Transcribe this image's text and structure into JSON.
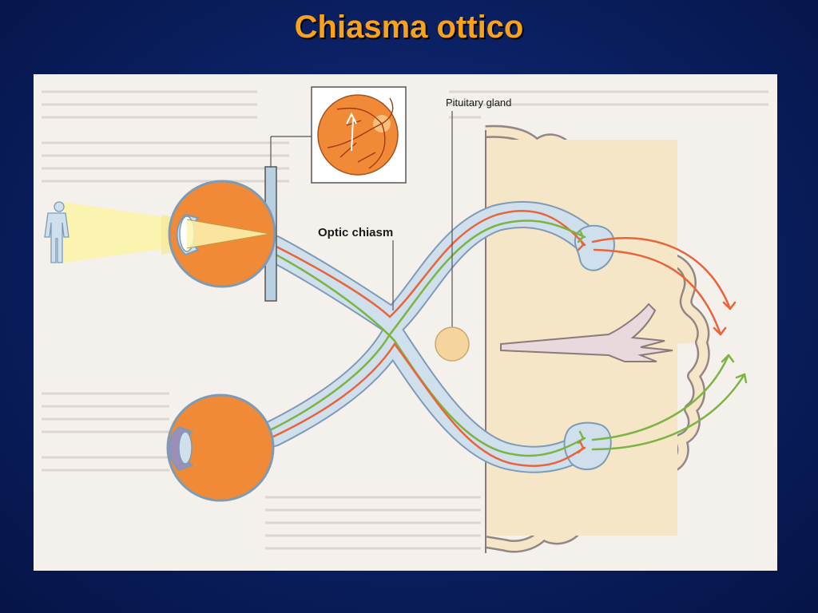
{
  "slide": {
    "title": "Chiasma ottico"
  },
  "figure": {
    "labels": {
      "pituitary_gland": "Pituitary gland",
      "optic_chiasm": "Optic chiasm"
    },
    "colors": {
      "nerve_fill": "#cfe0ec",
      "nerve_outline": "#7d9bb5",
      "eye": "#f08a36",
      "brain_fill": "#f6e6c8",
      "brain_outline": "#8a7a7a",
      "pituitary": "#f6d49e",
      "temporal_fiber": "#e8643a",
      "nasal_fiber": "#7cb342",
      "light_cone": "#fbf3b0"
    }
  }
}
